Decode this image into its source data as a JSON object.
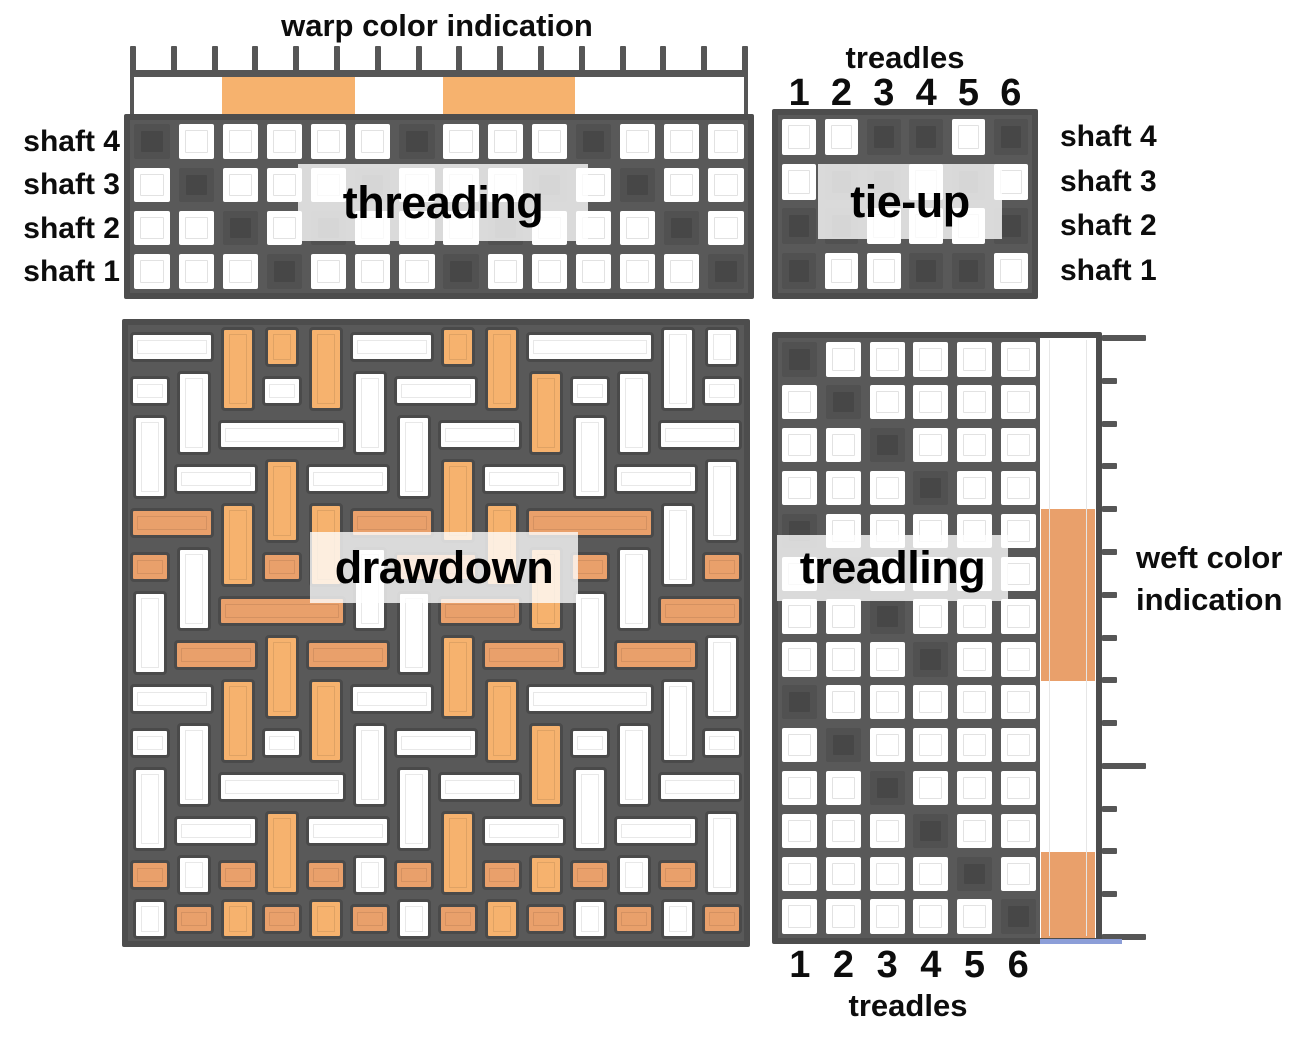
{
  "labels": {
    "warp_indication": "warp color indication",
    "treadles_top": "treadles",
    "treadles_bottom": "treadles",
    "weft_line1": "weft color",
    "weft_line2": "indication"
  },
  "section_labels": {
    "threading": "threading",
    "tieup": "tie-up",
    "drawdown": "drawdown",
    "treadling": "treadling"
  },
  "treadle_numbers": [
    "1",
    "2",
    "3",
    "4",
    "5",
    "6"
  ],
  "shaft_labels_left": [
    "shaft 4",
    "shaft 3",
    "shaft 2",
    "shaft 1"
  ],
  "shaft_labels_right": [
    "shaft 4",
    "shaft 3",
    "shaft 2",
    "shaft 1"
  ],
  "colors": {
    "grid_dark": "#595959",
    "grid_border": "#4d4d4d",
    "cell_dark": "#515151",
    "cell_white": "#ffffff",
    "warp_orange": "#F6B26E",
    "weft_orange": "#E9A06B",
    "overlay_bg": "rgba(255,255,255,0.78)",
    "blue_accent": "#8C9ED8"
  },
  "draft": {
    "shafts": 4,
    "treadles": 6,
    "threading_shaft_per_end": [
      4,
      3,
      2,
      1,
      2,
      3,
      4,
      1,
      2,
      3,
      4,
      3,
      2,
      1
    ],
    "tieup_rows_shaft4_to_shaft1": [
      [
        0,
        0,
        1,
        1,
        0,
        1
      ],
      [
        0,
        1,
        1,
        0,
        1,
        0
      ],
      [
        1,
        1,
        0,
        0,
        0,
        1
      ],
      [
        1,
        0,
        0,
        1,
        1,
        0
      ]
    ],
    "treadling_sequence": [
      1,
      2,
      3,
      4,
      1,
      2,
      3,
      4,
      1,
      2,
      3,
      4,
      5,
      6
    ],
    "warp_orange_ends": [
      3,
      4,
      5,
      8,
      9,
      10
    ],
    "weft_orange_picks": [
      5,
      6,
      7,
      8,
      13,
      14
    ]
  }
}
